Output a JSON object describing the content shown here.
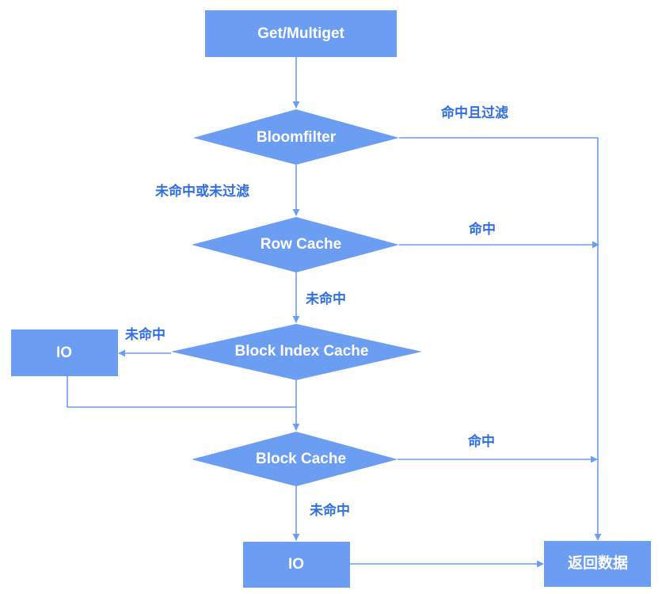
{
  "diagram": {
    "nodes": {
      "get_multiget": "Get/Multiget",
      "bloomfilter": "Bloomfilter",
      "row_cache": "Row Cache",
      "block_index_cache": "Block Index Cache",
      "io_left": "IO",
      "block_cache": "Block Cache",
      "io_bottom": "IO",
      "return_data": "返回数据"
    },
    "edges": {
      "bloom_hit_filtered": "命中且过滤",
      "bloom_miss_or_not_filtered": "未命中或未过滤",
      "row_cache_hit": "命中",
      "row_cache_miss": "未命中",
      "block_index_miss": "未命中",
      "block_cache_hit": "命中",
      "block_cache_miss": "未命中"
    },
    "colors": {
      "node_fill": "#6b9ef2",
      "connector": "#6b9ef2",
      "label_text": "#2f6fe0"
    }
  }
}
